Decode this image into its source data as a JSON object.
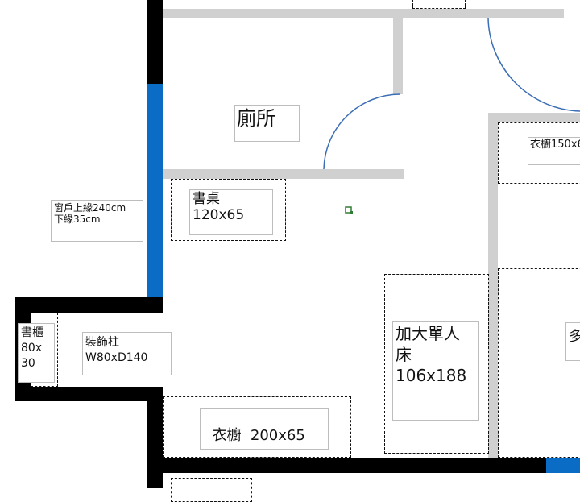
{
  "colors": {
    "wall": "#000000",
    "interior_wall": "#d0d0d0",
    "window": "#0a6cc4",
    "door_arc": "#3b6eb5",
    "marker": "#2e7d32"
  },
  "labels": {
    "toilet": "廁所",
    "desk_name": "書桌",
    "desk_size": "120x65",
    "window_upper": "窗戶上緣240cm",
    "window_lower": "下緣35cm",
    "bookcase_name": "書櫃",
    "bookcase_size_w": "80x",
    "bookcase_size_d": "30",
    "pillar_name": "裝飾柱",
    "pillar_size": "W80xD140",
    "wardrobe_bottom": "衣櫥  200x65",
    "bed_name_1": "加大單人",
    "bed_name_2": "床",
    "bed_size": "106x188",
    "wardrobe_right": "衣櫥150x6",
    "right_partial": "多"
  }
}
